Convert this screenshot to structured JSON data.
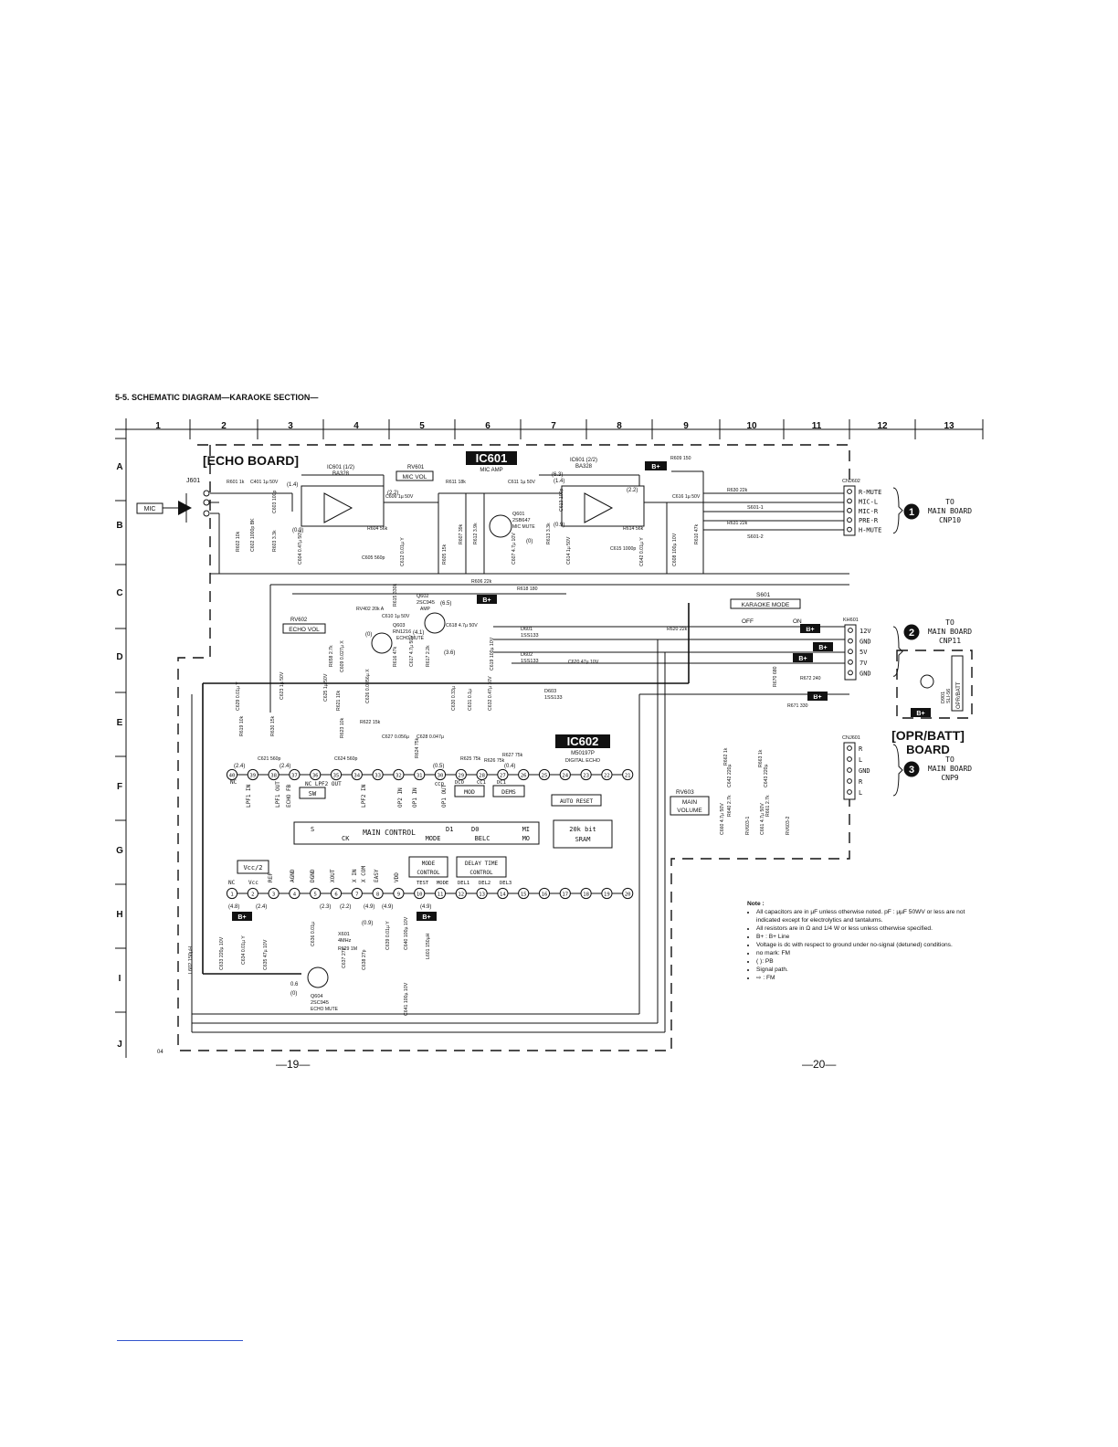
{
  "title": "5-5.  SCHEMATIC DIAGRAM—KARAOKE SECTION—",
  "grid": {
    "columns": [
      "1",
      "2",
      "3",
      "4",
      "5",
      "6",
      "7",
      "8",
      "9",
      "10",
      "11",
      "12",
      "13"
    ],
    "rows": [
      "A",
      "B",
      "C",
      "D",
      "E",
      "F",
      "G",
      "H",
      "I",
      "J"
    ]
  },
  "boards": {
    "echo": "ECHO BOARD",
    "opr_batt_1": "OPR/BATT",
    "opr_batt_2": "BOARD"
  },
  "ics": {
    "ic601": {
      "name": "IC601",
      "sub": "MIC AMP"
    },
    "ic602": {
      "name": "IC602",
      "part": "M50197P",
      "sub": "DIGITAL ECHO"
    }
  },
  "connectors": {
    "cnj602": {
      "name": "CNJ602",
      "pins": [
        "R-MUTE",
        "MIC-L",
        "MIC-R",
        "PRE-R",
        "H-MUTE"
      ],
      "marker": "1",
      "to": "TO",
      "dest1": "MAIN BOARD",
      "dest2": "CNP10"
    },
    "kh601": {
      "name": "KH601",
      "pins": [
        "12V",
        "GND",
        "5V",
        "7V",
        "GND"
      ],
      "marker": "2",
      "to": "TO",
      "dest1": "MAIN BOARD",
      "dest2": "CNP11"
    },
    "cnj601": {
      "name": "CNJ601",
      "pins": [
        "R",
        "L",
        "GND",
        "R",
        "L"
      ],
      "marker": "3",
      "to": "TO",
      "dest1": "MAIN BOARD",
      "dest2": "CNP9"
    }
  },
  "labels": {
    "j601": "J601",
    "mic": "MIC",
    "rv601": "RV601",
    "mic_vol": "MIC VOL",
    "rv602": "RV602",
    "echo_vol": "ECHO VOL",
    "rv603": "RV603",
    "main_volume_1": "MAIN",
    "main_volume_2": "VOLUME",
    "s601": "S601",
    "karaoke_mode": "KARAOKE MODE",
    "off": "OFF",
    "on": "ON",
    "bplus": "B+",
    "ic601_12": "IC601 (1/2)",
    "ba328": "BA328",
    "ic601_22": "IC601 (2/2)",
    "ba328b": "BA328",
    "q601": "Q601",
    "q601_part": "2SB647",
    "mic_mute": "MIC MUTE",
    "q602": "Q602",
    "q602_part": "2SC945",
    "amp": "AMP",
    "q603": "Q603",
    "q603_part": "RN1216",
    "echo_mute": "ECHO MUTE",
    "q604": "Q604",
    "q604_part": "2SC945",
    "echo_mute2": "ECHO MUTE",
    "d601": "D601",
    "d602": "D602",
    "d603": "D603",
    "diode_part": "1SS133",
    "d_opr": "D901",
    "s_opr": "SLI-56",
    "opr_batt_v": "OPR/BATT",
    "x601": "X601",
    "x601_f": "4MHz",
    "l602": "L602 150µH",
    "page_code": "04"
  },
  "components": {
    "r601": "R601 1k",
    "c401": "C401 1µ 50V",
    "r602": "R602 10k",
    "c602": "C602 1000p BK",
    "c603": "C603 100p",
    "r603": "R603 3.3k",
    "c604": "C604 0.47µ 50V",
    "c605": "C605 560p",
    "r604": "R604 56k",
    "c606": "C606 1µ 50V",
    "c612": "C612 0.01µ Y",
    "r605": "R605 15k",
    "r611": "R611 18k",
    "r607": "R607 39k",
    "r612": "R612 3.9k",
    "c611": "C611 1µ 50V",
    "c607": "C607 4.7µ 10V",
    "r613": "R613 3.3k",
    "c613": "C613 100p",
    "c614": "C614 1µ 50V",
    "c615": "C615 1000p",
    "r614": "R614 56k",
    "c642": "C642 0.01µ Y",
    "c608": "C608 100µ 10V",
    "r609": "R609 150",
    "c616": "C616 1µ 50V",
    "r610": "R610 47k",
    "r630": "R630 22k",
    "r631": "R631 22k",
    "s601_1": "S601-1",
    "s601_2": "S601-2",
    "r606": "R606 22k",
    "r618": "R618 180",
    "r620": "R620 22k",
    "rv402": "RV402 20k A",
    "r615": "R615 330k",
    "c610": "C610 1µ 50V",
    "c618": "C618 4.7µ 50V",
    "r616": "R616 47k",
    "c617": "C617 4.7µ 50V",
    "r617": "R617 2.2k",
    "c619": "C619 100µ 10V",
    "c620": "C620 47µ 10V",
    "r658": "R658 2.7k",
    "c609": "C609 0.027µ X",
    "r670": "R670 680",
    "r672": "R672 240",
    "r671": "R671 330",
    "c629": "C629 0.01µ Y",
    "c623": "C623 1µ 50V",
    "r619": "R619 10k",
    "r630b": "R630 15k",
    "c621": "C621 560p",
    "c625": "C625 1µ 50V",
    "r621": "R621 10k",
    "c626": "C626 0.0056µ X",
    "r623": "R623 10k",
    "r622": "R622 15k",
    "c624": "C624 560p",
    "c627": "C627 0.056µ",
    "c628": "C628 0.047µ",
    "r624": "R624 75k",
    "r625": "R625 75k",
    "c630": "C630 0.33µ",
    "c631": "C631 0.1µ",
    "c632": "C632 0.47µ 10V",
    "r626": "R626 75k",
    "r627": "R627 75k",
    "c634": "C634 0.01µ Y",
    "c633": "C633 220µ 10V",
    "c635": "C635 47µ 10V",
    "c636": "C636 0.01µ",
    "r629": "R629 1M",
    "c637": "C637 27p",
    "c638": "C638 27p",
    "c639": "C639 0.01µ Y",
    "c640": "C640 100µ 10V",
    "c641": "C641 100µ 10V",
    "l601": "L601 150µH",
    "r662": "R662 1k",
    "c642b": "C642 220µ",
    "r640": "R640 2.7k",
    "c660": "C660 4.7µ 50V",
    "rv603_1": "RV603-1",
    "r663": "R663 1k",
    "c643": "C643 220µ",
    "r661": "R661 2.7k",
    "c661": "C661 4.7µ 50V",
    "rv603_2": "RV603-2"
  },
  "ic602_blocks": {
    "lpf1_in": "LPF1 IN",
    "lpf1_out": "LPF1 OUT",
    "echo_fb": "ECHO FB",
    "nc_lpf2_out": "NC LPF2 OUT",
    "lpf2_in": "LPF2 IN",
    "sw": "SW",
    "op2_in": "OP2 IN",
    "op1_in": "OP1 IN",
    "op1_out": "OP1 OUT",
    "cco": "CCO",
    "dco": "DCO",
    "cc1": "CC1",
    "dc1": "DC1",
    "mod": "MOD",
    "dems": "DEMS",
    "auto_reset": "AUTO RESET",
    "main_control": "MAIN CONTROL",
    "s": "S",
    "ck": "CK",
    "mode": "MODE",
    "belc": "BELC",
    "d1": "D1",
    "d0": "D0",
    "mi": "MI",
    "mo": "MO",
    "sram_1": "20k bit",
    "sram_2": "SRAM",
    "mode_control_1": "MODE",
    "mode_control_2": "CONTROL",
    "delay_time_1": "DELAY TIME",
    "delay_time_2": "CONTROL",
    "vcc2": "Vcc/2",
    "nc": "NC",
    "vcc": "Vcc",
    "ref": "REF",
    "agnd": "AGND",
    "dgnd": "DGND",
    "xout": "XOUT",
    "xin": "X IN",
    "xcom": "X COM",
    "easy": "EASY",
    "vdd": "VDD",
    "test": "TEST",
    "mode_pin": "MODE",
    "del1": "DEL1",
    "del2": "DEL2",
    "del3": "DEL3"
  },
  "ic602_top_pins": [
    "40",
    "39",
    "38",
    "37",
    "36",
    "35",
    "34",
    "33",
    "32",
    "31",
    "30",
    "29",
    "28",
    "27",
    "26",
    "25",
    "24",
    "23",
    "22",
    "21"
  ],
  "ic602_bottom_pins": [
    "1",
    "2",
    "3",
    "4",
    "5",
    "6",
    "7",
    "8",
    "9",
    "10",
    "11",
    "12",
    "13",
    "14",
    "15",
    "16",
    "17",
    "18",
    "19",
    "20"
  ],
  "voltages": {
    "v1": "(1.4)",
    "v2": "(0.9)",
    "v3": "(2.2)",
    "v4": "(1.4)",
    "v5": "(6.3)",
    "v6": "(0.9)",
    "v7": "(2.2)",
    "v8": "(0)",
    "v9": "(6.5)",
    "v10": "(0)",
    "v11": "(4.1)",
    "v12": "(3.6)",
    "v13": "(2.4)",
    "v14": "(2.4)",
    "v15": "(0.5)",
    "v16": "(0.4)",
    "v17": "(4.8)",
    "v18": "(2.4)",
    "v19": "(2.3)",
    "v20": "(2.2)",
    "v21": "(4.9)",
    "v22": "(4.9)",
    "v23": "(0.9)",
    "v24": "0.6",
    "v25": "(0)",
    "v26": "(4.9)"
  },
  "page_numbers": {
    "left": "—19—",
    "right": "—20—"
  },
  "note": {
    "heading": "Note :",
    "items": [
      "All capacitors are in µF unless otherwise noted. pF : µµF 50WV or less are not indicated except for electrolytics and tantalums.",
      "All resistors are in Ω and 1/4 W or less unless otherwise specified.",
      "B+ : B+ Line",
      "Voltage is dc with respect to ground under no-signal (detuned) conditions.",
      "no mark: FM",
      "(      ): PB",
      "Signal path.",
      "⇨ : FM"
    ]
  }
}
